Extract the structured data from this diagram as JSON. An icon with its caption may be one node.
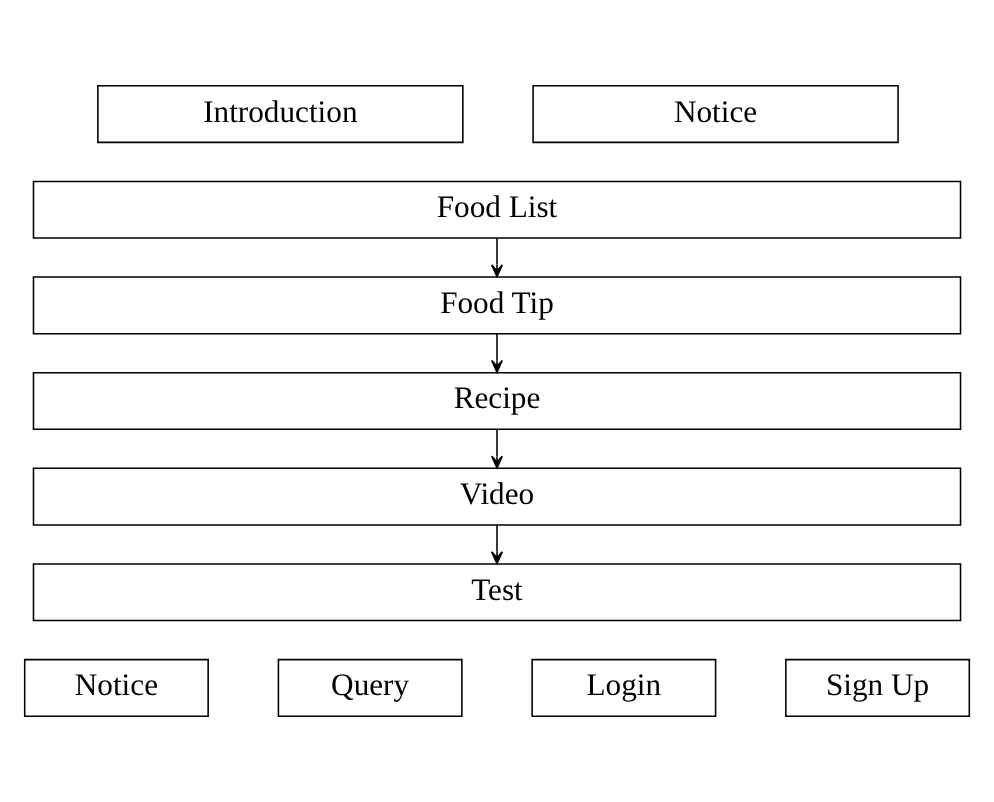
{
  "diagram": {
    "nodes": [
      {
        "text": [
          "Introduction"
        ]
      },
      {
        "text": [
          "Notice"
        ]
      },
      {
        "text": [
          "Food List"
        ]
      },
      {
        "text": [
          "Food Tip"
        ]
      },
      {
        "text": [
          "Recipe"
        ]
      },
      {
        "text": [
          "Video"
        ]
      },
      {
        "text": [
          "Test"
        ]
      },
      {
        "text": [
          "Notice"
        ]
      },
      {
        "text": [
          "Query"
        ]
      },
      {
        "text": [
          "Login"
        ]
      },
      {
        "text": [
          "Sign Up"
        ]
      }
    ],
    "edges": [
      {
        "from": 2,
        "to": 3,
        "arrow": "to"
      },
      {
        "from": 3,
        "to": 4,
        "arrow": "to"
      },
      {
        "from": 4,
        "to": 5,
        "arrow": "to"
      },
      {
        "from": 5,
        "to": 6,
        "arrow": "to"
      }
    ]
  }
}
